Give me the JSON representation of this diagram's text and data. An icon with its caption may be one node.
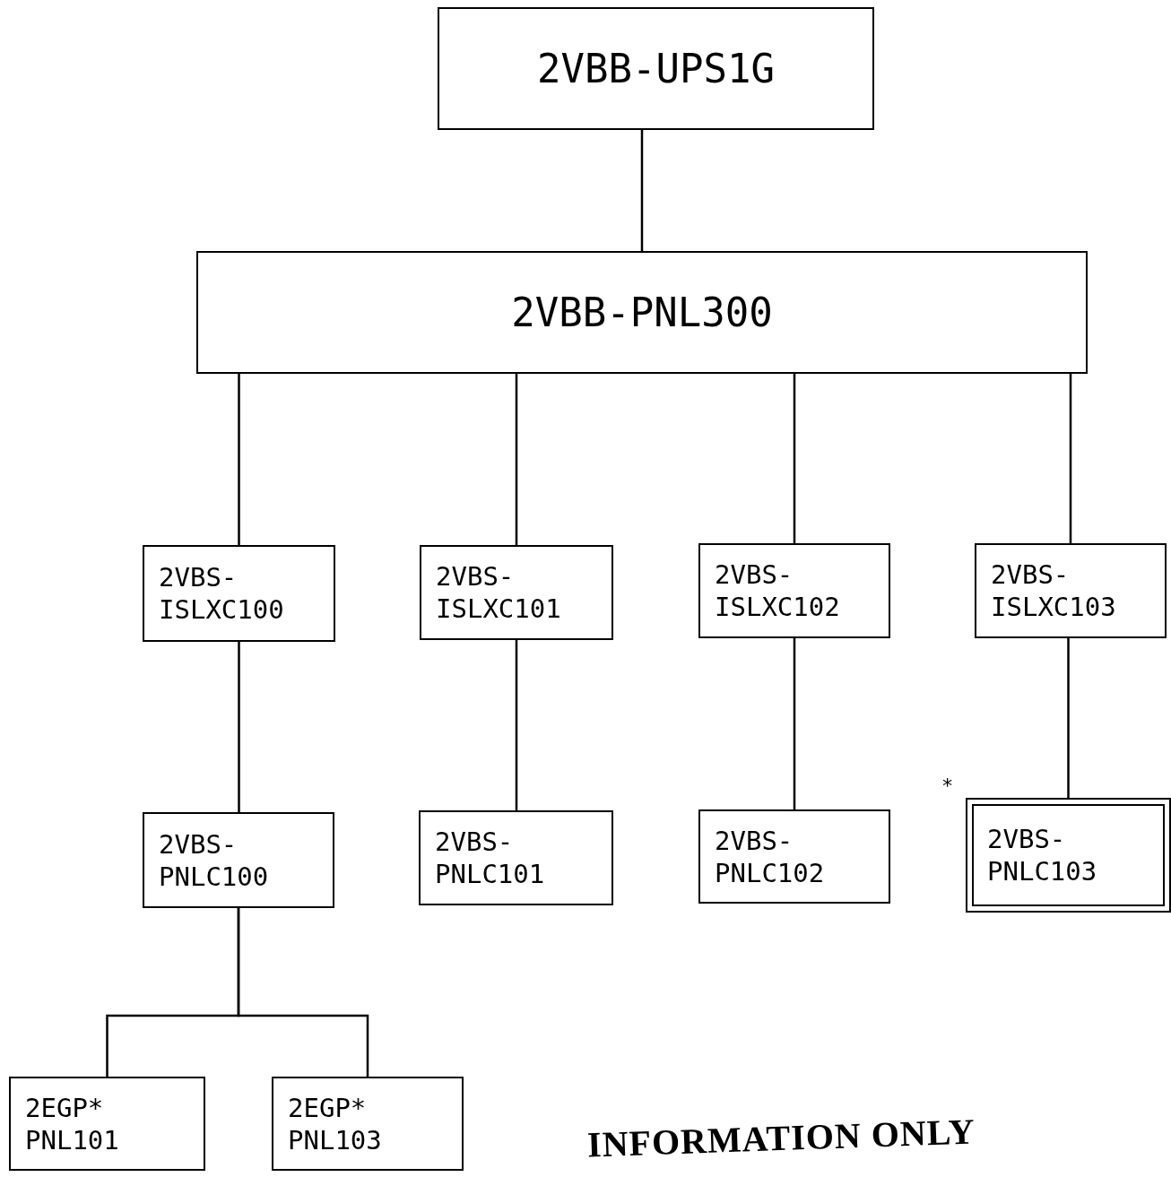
{
  "diagram": {
    "nodes": [
      {
        "text": [
          "2VBB-UPS1G"
        ]
      },
      {
        "text": [
          "2VBB-PNL300"
        ]
      },
      {
        "text": [
          "2VBS- ISLXC100"
        ]
      },
      {
        "text": [
          "2VBS- ISLXC101"
        ]
      },
      {
        "text": [
          "2VBS- ISLXC102"
        ]
      },
      {
        "text": [
          "2VBS- ISLXC103"
        ]
      },
      {
        "text": [
          "2VBS- PNLC100"
        ]
      },
      {
        "text": [
          "2VBS- PNLC101"
        ]
      },
      {
        "text": [
          "2VBS- PNLC102"
        ]
      },
      {
        "text": [
          "2VBS- PNLC103"
        ]
      },
      {
        "text": [
          "2EGP* PNL101"
        ]
      },
      {
        "text": [
          "2EGP* PNL103"
        ]
      }
    ],
    "edges": [
      {
        "from": 0,
        "to": 1,
        "arrow": "none"
      },
      {
        "from": 1,
        "to": 2,
        "arrow": "none"
      },
      {
        "from": 1,
        "to": 3,
        "arrow": "none"
      },
      {
        "from": 1,
        "to": 4,
        "arrow": "none"
      },
      {
        "from": 1,
        "to": 5,
        "arrow": "none"
      },
      {
        "from": 2,
        "to": 6,
        "arrow": "none"
      },
      {
        "from": 3,
        "to": 7,
        "arrow": "none"
      },
      {
        "from": 4,
        "to": 8,
        "arrow": "none"
      },
      {
        "from": 5,
        "to": 9,
        "arrow": "none"
      },
      {
        "from": 6,
        "to": 10,
        "arrow": "none"
      },
      {
        "from": 6,
        "to": 11,
        "arrow": "none"
      }
    ],
    "labels": [
      "*",
      "INFORMATION ONLY"
    ]
  }
}
